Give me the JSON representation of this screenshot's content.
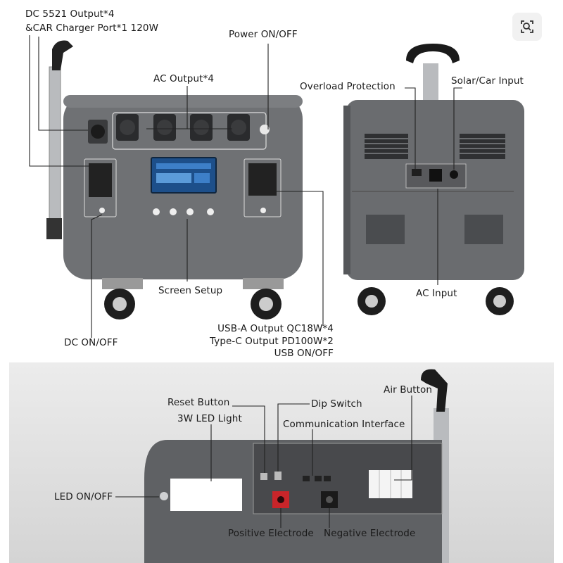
{
  "labels": {
    "dc_output_line1": "DC 5521 Output*4",
    "dc_output_line2": "&CAR Charger Port*1 120W",
    "power": "Power ON/OFF",
    "ac_output": "AC Output*4",
    "overload": "Overload Protection",
    "solar_car": "Solar/Car Input",
    "screen_setup": "Screen Setup",
    "ac_input": "AC Input",
    "dc_onoff": "DC ON/OFF",
    "usb_line1": "USB-A Output QC18W*4",
    "usb_line2": "Type-C Output PD100W*2",
    "usb_line3": "USB ON/OFF",
    "reset": "Reset Button",
    "dip": "Dip Switch",
    "air": "Air Button",
    "led_light": "3W LED Light",
    "comm": "Communication Interface",
    "led_onoff": "LED ON/OFF",
    "positive": "Positive Electrode",
    "negative": "Negative Electrode"
  },
  "icons": {
    "zoom": "zoom-lens-icon"
  },
  "colors": {
    "body": "#6f7174",
    "body_dark": "#4a4c4f",
    "socket": "#2a2b2d",
    "screen": "#1d4f8a",
    "leader": "#222222",
    "positive_terminal": "#c8252a"
  }
}
